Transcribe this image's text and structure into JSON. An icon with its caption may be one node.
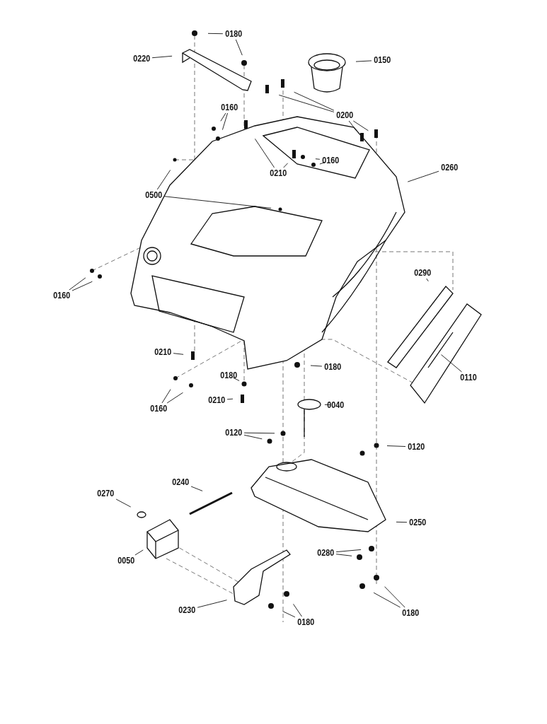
{
  "diagram": {
    "nodes": [
      {
        "text": [
          "0180"
        ]
      },
      {
        "text": [
          "0220"
        ]
      },
      {
        "text": [
          "0150"
        ]
      },
      {
        "text": [
          "0200"
        ]
      },
      {
        "text": [
          "0160"
        ]
      },
      {
        "text": [
          "0210"
        ]
      },
      {
        "text": [
          "0160"
        ]
      },
      {
        "text": [
          "0260"
        ]
      },
      {
        "text": [
          "0500"
        ]
      },
      {
        "text": [
          "0160"
        ]
      },
      {
        "text": [
          "0290"
        ]
      },
      {
        "text": [
          "0110"
        ]
      },
      {
        "text": [
          "0210"
        ]
      },
      {
        "text": [
          "0180"
        ]
      },
      {
        "text": [
          "0180"
        ]
      },
      {
        "text": [
          "0160"
        ]
      },
      {
        "text": [
          "0210"
        ]
      },
      {
        "text": [
          "0040"
        ]
      },
      {
        "text": [
          "0120"
        ]
      },
      {
        "text": [
          "0120"
        ]
      },
      {
        "text": [
          "0240"
        ]
      },
      {
        "text": [
          "0270"
        ]
      },
      {
        "text": [
          "0250"
        ]
      },
      {
        "text": [
          "0050"
        ]
      },
      {
        "text": [
          "0280"
        ]
      },
      {
        "text": [
          "0230"
        ]
      },
      {
        "text": [
          "0180"
        ]
      },
      {
        "text": [
          "0180"
        ]
      }
    ],
    "edges": [
      {
        "from": 0,
        "to": null,
        "arrow": "none"
      },
      {
        "from": 0,
        "to": null,
        "arrow": "none"
      },
      {
        "from": 1,
        "to": null,
        "arrow": "none"
      },
      {
        "from": 2,
        "to": null,
        "arrow": "none"
      },
      {
        "from": 3,
        "to": null,
        "arrow": "none"
      },
      {
        "from": 3,
        "to": null,
        "arrow": "none"
      },
      {
        "from": 3,
        "to": null,
        "arrow": "none"
      },
      {
        "from": 3,
        "to": null,
        "arrow": "none"
      },
      {
        "from": 4,
        "to": null,
        "arrow": "none"
      },
      {
        "from": 4,
        "to": null,
        "arrow": "none"
      },
      {
        "from": 5,
        "to": null,
        "arrow": "none"
      },
      {
        "from": 5,
        "to": null,
        "arrow": "none"
      },
      {
        "from": 6,
        "to": null,
        "arrow": "none"
      },
      {
        "from": 6,
        "to": null,
        "arrow": "none"
      },
      {
        "from": 7,
        "to": null,
        "arrow": "none"
      },
      {
        "from": 8,
        "to": null,
        "arrow": "none"
      },
      {
        "from": 8,
        "to": null,
        "arrow": "none"
      },
      {
        "from": 9,
        "to": null,
        "arrow": "none"
      },
      {
        "from": 9,
        "to": null,
        "arrow": "none"
      },
      {
        "from": 10,
        "to": null,
        "arrow": "none"
      },
      {
        "from": 11,
        "to": null,
        "arrow": "none"
      },
      {
        "from": 12,
        "to": null,
        "arrow": "none"
      },
      {
        "from": 13,
        "to": null,
        "arrow": "none"
      },
      {
        "from": 14,
        "to": null,
        "arrow": "none"
      },
      {
        "from": 15,
        "to": null,
        "arrow": "none"
      },
      {
        "from": 15,
        "to": null,
        "arrow": "none"
      },
      {
        "from": 16,
        "to": null,
        "arrow": "none"
      },
      {
        "from": 17,
        "to": null,
        "arrow": "none"
      },
      {
        "from": 18,
        "to": null,
        "arrow": "none"
      },
      {
        "from": 18,
        "to": null,
        "arrow": "none"
      },
      {
        "from": 19,
        "to": null,
        "arrow": "none"
      },
      {
        "from": 20,
        "to": null,
        "arrow": "none"
      },
      {
        "from": 21,
        "to": null,
        "arrow": "none"
      },
      {
        "from": 22,
        "to": null,
        "arrow": "none"
      },
      {
        "from": 23,
        "to": null,
        "arrow": "none"
      },
      {
        "from": 24,
        "to": null,
        "arrow": "none"
      },
      {
        "from": 24,
        "to": null,
        "arrow": "none"
      },
      {
        "from": 25,
        "to": null,
        "arrow": "none"
      },
      {
        "from": 26,
        "to": null,
        "arrow": "none"
      },
      {
        "from": 26,
        "to": null,
        "arrow": "none"
      },
      {
        "from": 27,
        "to": null,
        "arrow": "none"
      },
      {
        "from": 27,
        "to": null,
        "arrow": "none"
      }
    ]
  }
}
